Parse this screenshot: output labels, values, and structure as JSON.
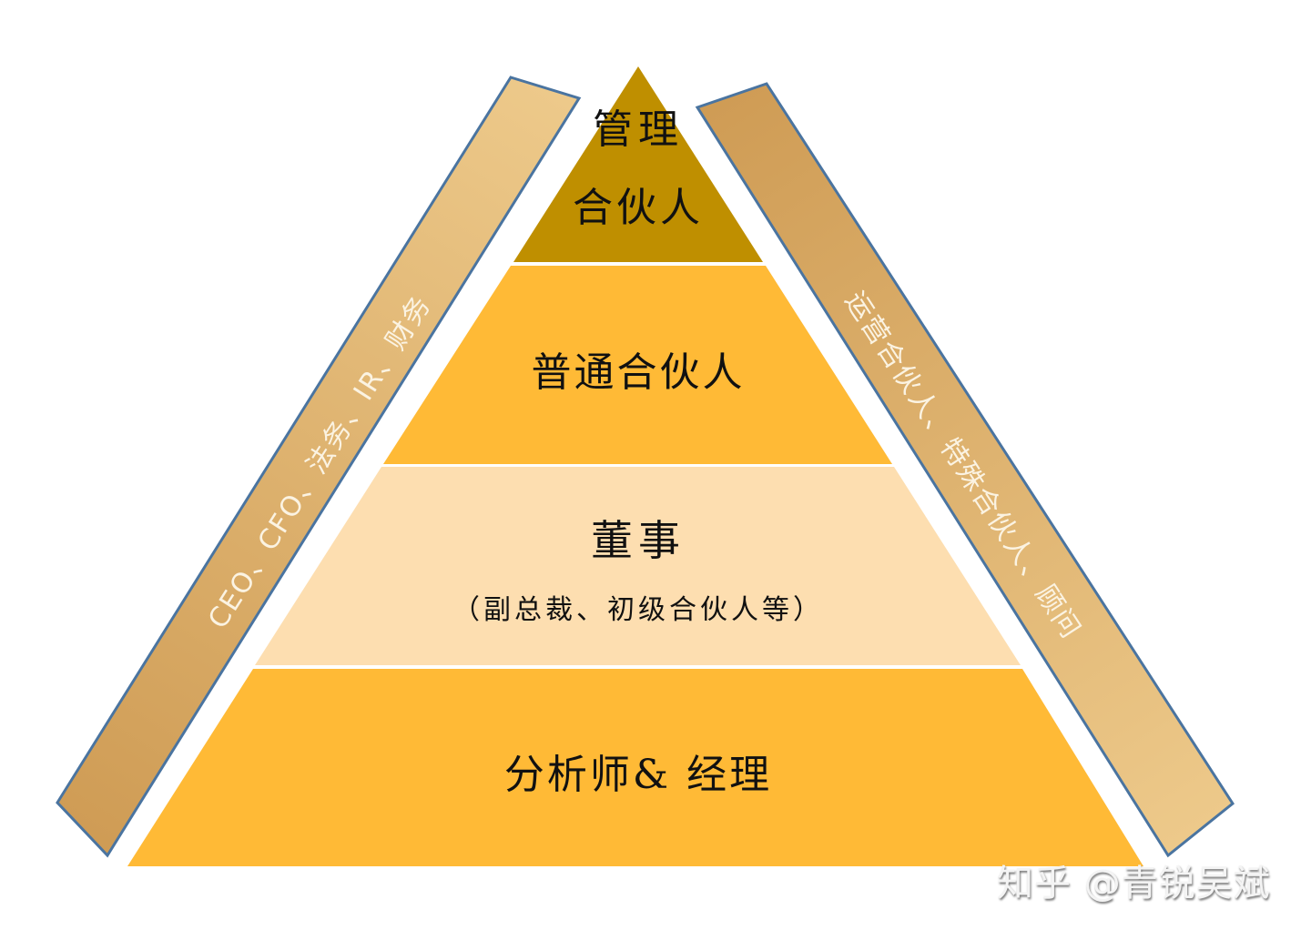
{
  "diagram": {
    "type": "pyramid",
    "colors": {
      "apex": "#BF8F00",
      "tier_orange": "#FFBA36",
      "tier_light": "#FDDEB0",
      "separator": "#FFFFFF",
      "band_light": "#EDC98A",
      "band_dark": "#CF9C55",
      "band_border": "#4A74A0",
      "band_text": "#FBF3E2"
    },
    "tiers": [
      {
        "line1": "管理",
        "line2": "合伙人"
      },
      {
        "label": "普通合伙人"
      },
      {
        "label": "董事",
        "sublabel": "（副总裁、初级合伙人等）"
      },
      {
        "label": "分析师& 经理"
      }
    ],
    "left_band": {
      "label": "CEO、CFO、法务、IR、财务"
    },
    "right_band": {
      "label": "运营合伙人、特殊合伙人、顾问"
    }
  },
  "watermark": "知乎 @青锐吴斌"
}
